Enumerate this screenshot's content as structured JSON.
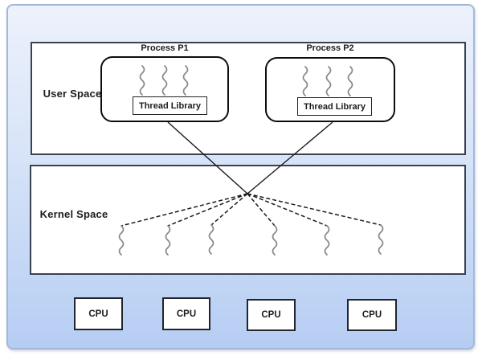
{
  "user_space": {
    "label": "User Space"
  },
  "kernel_space": {
    "label": "Kernel Space"
  },
  "processes": [
    {
      "name": "Process P1",
      "library": "Thread Library",
      "user_thread_count": 3
    },
    {
      "name": "Process P2",
      "library": "Thread Library",
      "user_thread_count": 3
    }
  ],
  "kernel_thread_count": 6,
  "cpus": [
    "CPU",
    "CPU",
    "CPU",
    "CPU"
  ],
  "colors": {
    "background_top": "#edf2fc",
    "background_bottom": "#b6cdf3",
    "frame_border": "#a3b8d9",
    "box_border": "#3a4250",
    "process_border": "#0d0d0d",
    "thread_gray": "#8a8a8a",
    "line_black": "#1a1a1a",
    "text": "#1c1c1c"
  }
}
